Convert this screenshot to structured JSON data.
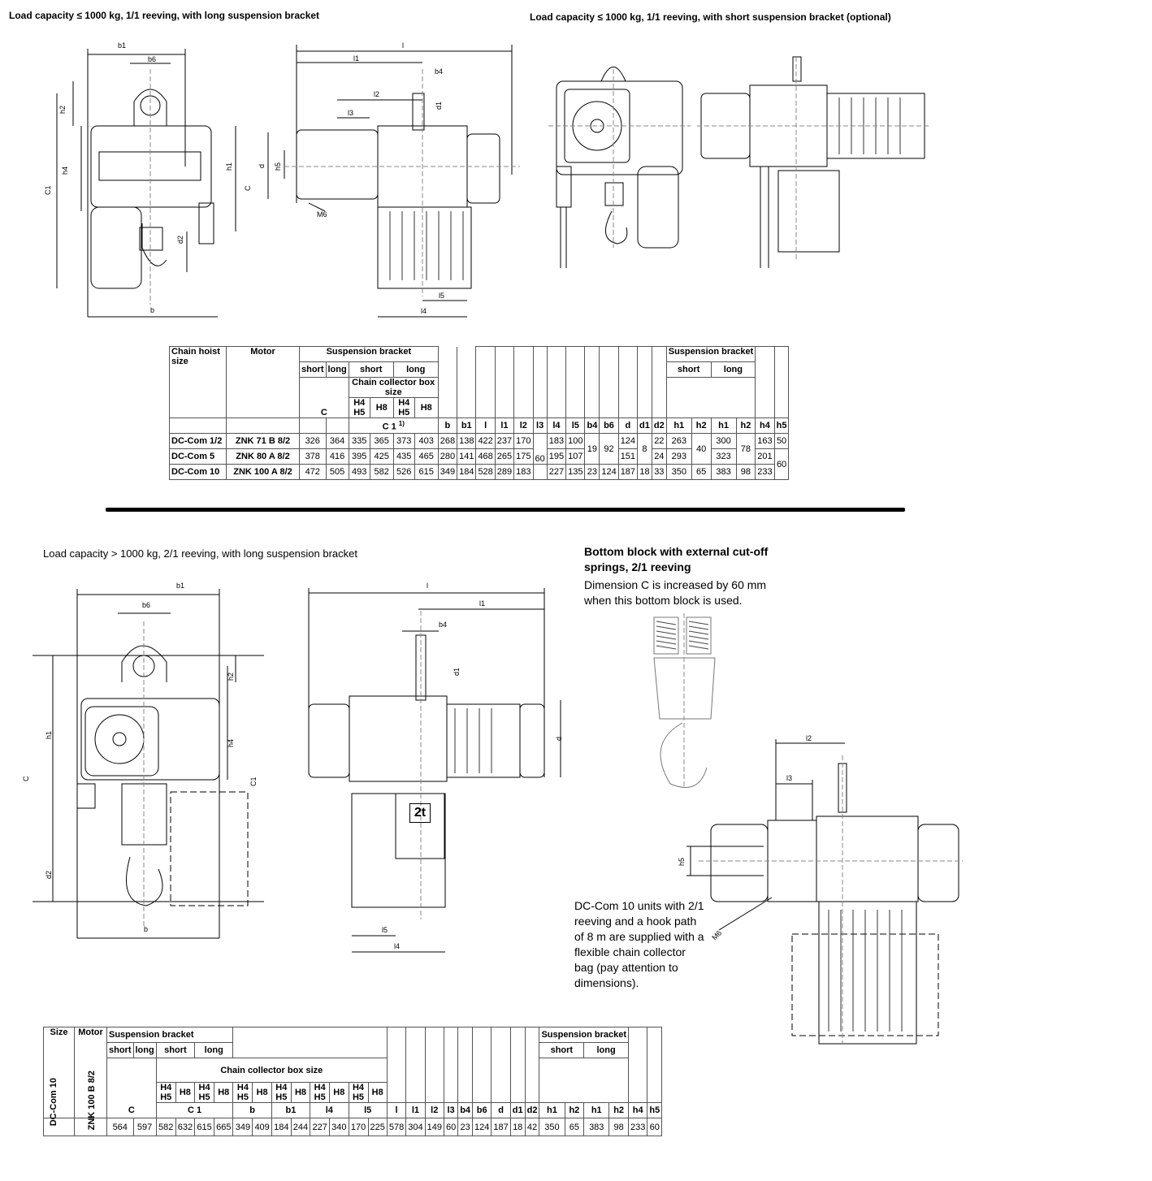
{
  "section1": {
    "title_left": "Load capacity ≤ 1000 kg, 1/1 reeving, with long suspension bracket",
    "title_right": "Load capacity ≤ 1000 kg, 1/1 reeving, with short suspension bracket (optional)",
    "dims_front": [
      "b1",
      "b6",
      "h2",
      "h4",
      "C1",
      "h1",
      "d2",
      "b"
    ],
    "dims_side": [
      "l",
      "l1",
      "b4",
      "l2",
      "l3",
      "d1",
      "d",
      "h5",
      "C",
      "M6",
      "l5",
      "l4"
    ],
    "table": {
      "headers": {
        "size": "Chain hoist size",
        "motor": "Motor",
        "suspension": "Suspension bracket",
        "short": "short",
        "long": "long",
        "collector": "Chain collector box size",
        "h4h5": "H4 H5",
        "h8": "H8",
        "c": "C",
        "c1": "C 1",
        "c1_note": "1)",
        "cols": [
          "b",
          "b1",
          "l",
          "l1",
          "l2",
          "l3",
          "l4",
          "l5",
          "b4",
          "b6",
          "d",
          "d1",
          "d2"
        ],
        "suspension2": "Suspension bracket",
        "h_cols": [
          "h1",
          "h2",
          "h1",
          "h2",
          "h4",
          "h5"
        ]
      },
      "rows": [
        {
          "size": "DC-Com 1/2",
          "motor": "ZNK 71 B 8/2",
          "c_short": "326",
          "c_long": "364",
          "c1": [
            "335",
            "365",
            "373",
            "403"
          ],
          "b": "268",
          "b1": "138",
          "l": "422",
          "l1": "237",
          "l2": "170",
          "l4": "183",
          "l5": "100",
          "d": "124",
          "d2": "22",
          "h1s": "263",
          "h1l": "300",
          "h4": "163",
          "h5": "50"
        },
        {
          "size": "DC-Com 5",
          "motor": "ZNK 80 A 8/2",
          "c_short": "378",
          "c_long": "416",
          "c1": [
            "395",
            "425",
            "435",
            "465"
          ],
          "b": "280",
          "b1": "141",
          "l": "468",
          "l1": "265",
          "l2": "175",
          "l4": "195",
          "l5": "107",
          "d": "151",
          "d2": "24",
          "h1s": "293",
          "h1l": "323",
          "h4": "201"
        },
        {
          "size": "DC-Com 10",
          "motor": "ZNK 100 A 8/2",
          "c_short": "472",
          "c_long": "505",
          "c1": [
            "493",
            "582",
            "526",
            "615"
          ],
          "b": "349",
          "b1": "184",
          "l": "528",
          "l1": "289",
          "l2": "183",
          "l4": "227",
          "l5": "135",
          "b4": "23",
          "b6": "124",
          "d": "187",
          "d1": "18",
          "d2": "33",
          "h1s": "350",
          "h2s": "65",
          "h1l": "383",
          "h2l": "98",
          "h4": "233"
        }
      ],
      "merged": {
        "l3": "60",
        "b4": "19",
        "b6": "92",
        "d1": "8",
        "h2s": "40",
        "h2l": "78",
        "h5": "60"
      }
    }
  },
  "section2": {
    "title": "Load capacity > 1000 kg, 2/1 reeving, with long suspension bracket",
    "bottom_block_title": "Bottom block with external cut-off springs, 2/1 reeving",
    "bottom_block_note": "Dimension C is increased by 60 mm when this bottom block is used.",
    "dc10_note": "DC-Com 10 units with 2/1 reeving and a hook path of 8 m are supplied with a flexible chain collector bag (pay attention to dimensions).",
    "badge": "2t",
    "dims_front": [
      "b1",
      "b6",
      "h2",
      "h1",
      "h4",
      "C",
      "C1",
      "d2",
      "b"
    ],
    "dims_side": [
      "l",
      "l1",
      "b4",
      "d1",
      "d",
      "l5",
      "l4"
    ],
    "dims_right": [
      "l2",
      "l3",
      "h5",
      "M6"
    ],
    "table": {
      "headers": {
        "size": "Size",
        "motor": "Motor",
        "suspension": "Suspension bracket",
        "short": "short",
        "long": "long",
        "collector": "Chain collector box size",
        "h4h5": "H4 H5",
        "h8": "H8",
        "c": "C",
        "c1": "C 1",
        "b": "b",
        "b1": "b1",
        "l4": "l4",
        "l5": "l5",
        "cols": [
          "l",
          "l1",
          "l2",
          "l3",
          "b4",
          "b6",
          "d",
          "d1",
          "d2",
          "h1",
          "h2",
          "h1",
          "h2",
          "h4",
          "h5"
        ],
        "suspension2": "Suspension bracket"
      },
      "size": "DC-Com 10",
      "motor": "ZNK 100 B 8/2",
      "values": [
        "564",
        "597",
        "582",
        "632",
        "615",
        "665",
        "349",
        "409",
        "184",
        "244",
        "227",
        "340",
        "170",
        "225",
        "578",
        "304",
        "149",
        "60",
        "23",
        "124",
        "187",
        "18",
        "42",
        "350",
        "65",
        "383",
        "98",
        "233",
        "60"
      ]
    }
  }
}
